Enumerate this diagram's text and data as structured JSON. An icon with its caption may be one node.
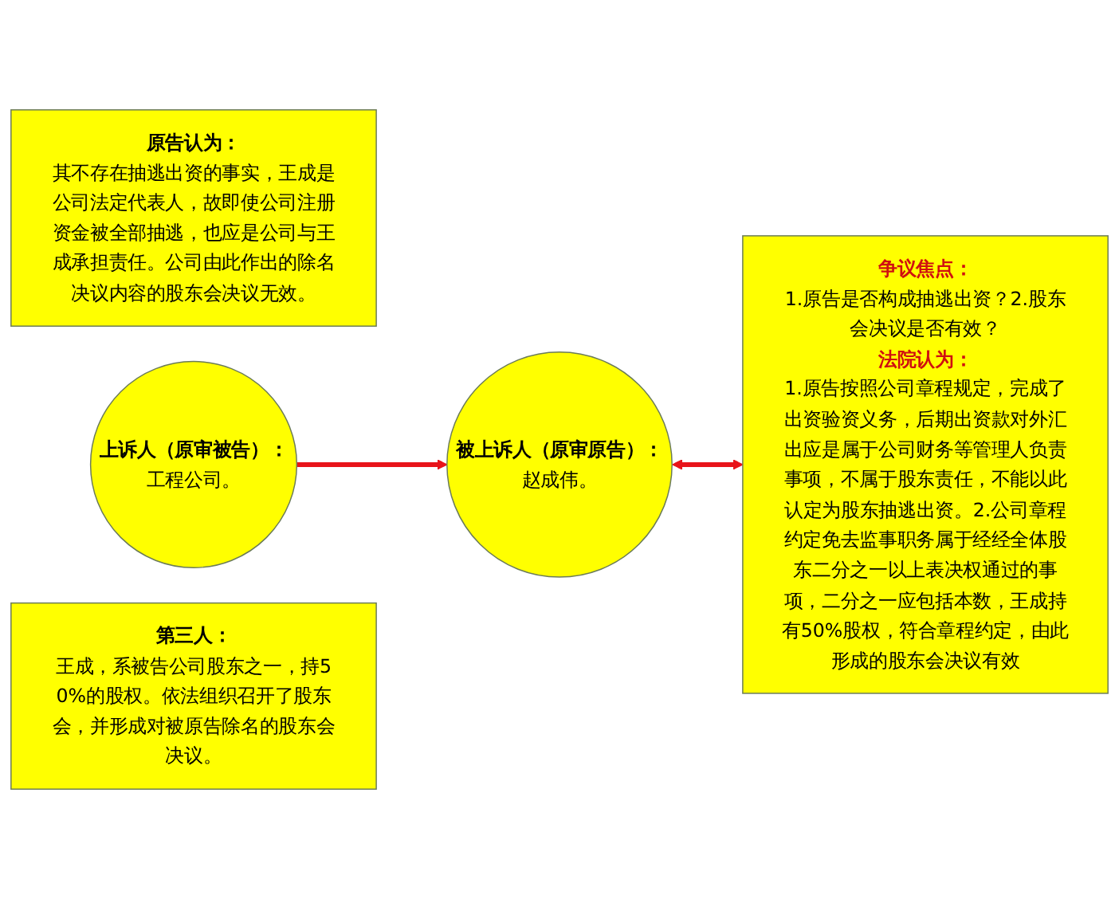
{
  "diagram": {
    "nodes": [
      {
        "text": [
          "原告认为：",
          "其不存在抽逃出资的事实，王成是公司法定代表人，故即使公司注册资金被全部抽逃，也应是公司与王成承担责任。公司由此作出的除名决议内容的股东会决议无效。"
        ]
      },
      {
        "text": [
          "上诉人（原审被告）：",
          "工程公司。"
        ]
      },
      {
        "text": [
          "被上诉人（原审原告）：",
          "赵成伟。"
        ]
      },
      {
        "text": [
          "争议焦点：",
          "1.原告是否构成抽逃出资？2.股东会决议是否有效？",
          "法院认为：",
          "1.原告按照公司章程规定，完成了出资验资义务，后期出资款对外汇出应是属于公司财务等管理人负责事项，不属于股东责任，不能以此认定为股东抽逃出资。2.公司章程约定免去监事职务属于经经全体股东二分之一以上表决权通过的事项，二分之一应包括本数，王成持有50%股权，符合章程约定，由此形成的股东会决议有效"
        ]
      },
      {
        "text": [
          "第三人：",
          "王成，系被告公司股东之一，持50%的股权。依法组织召开了股东会，并形成对被原告除名的股东会决议。"
        ]
      }
    ],
    "edges": [
      {
        "from": 1,
        "to": 2,
        "arrow": "to",
        "color": "#e8141a"
      },
      {
        "from": 2,
        "to": 3,
        "arrow": "both",
        "color": "#e8141a"
      }
    ]
  }
}
